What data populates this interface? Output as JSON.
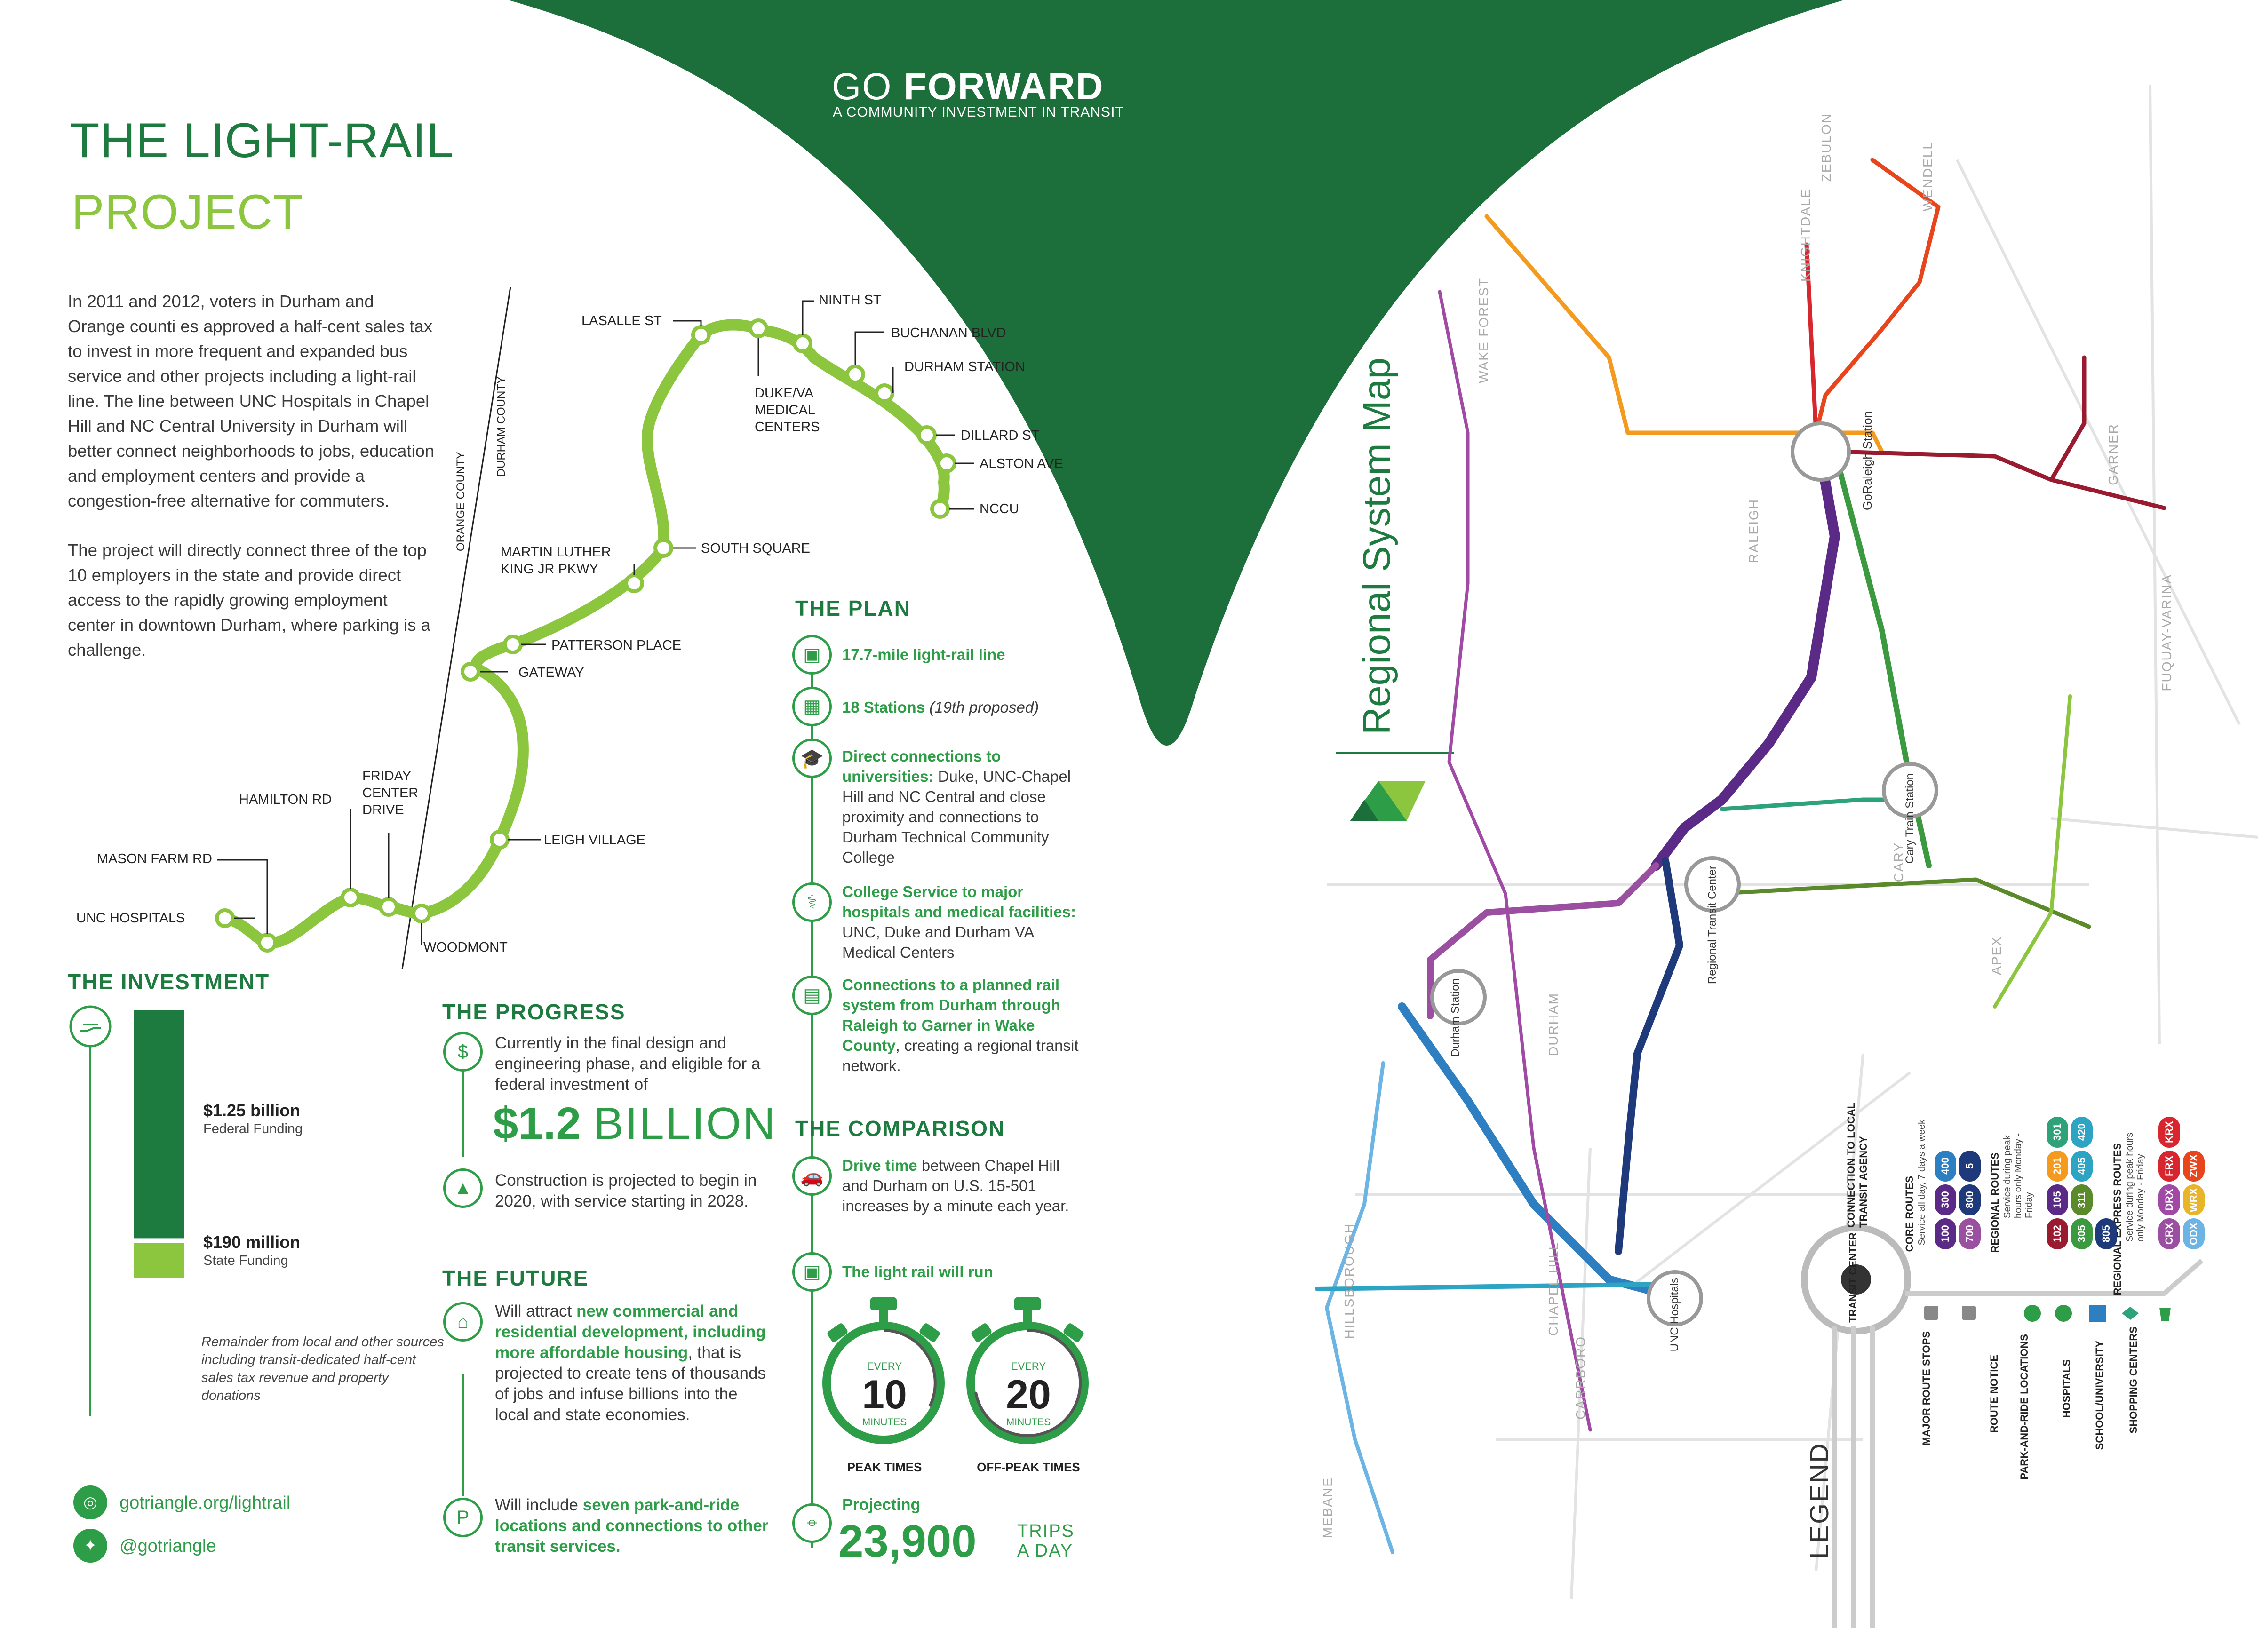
{
  "brand": {
    "title": "GO FORWARD",
    "title_light": "GO ",
    "title_bold": "FORWARD",
    "subtitle": "A COMMUNITY INVESTMENT IN TRANSIT"
  },
  "heading": {
    "line1": "THE LIGHT-RAIL",
    "line2": "PROJECT"
  },
  "intro": [
    "In 2011 and 2012, voters in Durham and Orange counti es approved a half-cent sales tax to invest in more frequent and expanded bus service and other projects including a light-rail line. The line between UNC Hospitals in Chapel Hill and NC Central University in Durham will better connect neighborhoods to jobs, education and employment centers and provide a congestion-free alternative for commuters.",
    "The project will directly connect three of the top 10 employers in the state and provide direct access to the rapidly growing employment center in downtown Durham, where parking is a challenge."
  ],
  "route_map": {
    "county_line_labels": [
      "ORANGE COUNTY",
      "DURHAM COUNTY"
    ],
    "stations": [
      "UNC HOSPITALS",
      "MASON FARM RD",
      "HAMILTON RD",
      "FRIDAY CENTER DRIVE",
      "WOODMONT",
      "LEIGH VILLAGE",
      "GATEWAY",
      "PATTERSON PLACE",
      "MARTIN LUTHER KING JR PKWY",
      "SOUTH SQUARE",
      "LASALLE ST",
      "DUKE/VA MEDICAL CENTERS",
      "NINTH ST",
      "BUCHANAN BLVD",
      "DURHAM STATION",
      "DILLARD ST",
      "ALSTON AVE",
      "NCCU"
    ]
  },
  "investment": {
    "heading": "THE INVESTMENT",
    "federal_amount": "$1.25 billion",
    "federal_label": "Federal Funding",
    "state_amount": "$190 million",
    "state_label": "State Funding",
    "federal_value_m": 1250,
    "state_value_m": 190,
    "remainder_note": "Remainder from local and other sources including transit-dedicated half-cent sales tax revenue and property donations"
  },
  "links": {
    "web": "gotriangle.org/lightrail",
    "twitter": "@gotriangle"
  },
  "progress": {
    "heading": "THE PROGRESS",
    "item1": "Currently in the final design and engineering phase, and eligible for a federal investment of",
    "big_amount": "$1.2",
    "big_word": "BILLION",
    "item2": "Construction is projected to begin in 2020, with service starting in 2028."
  },
  "future": {
    "heading": "THE FUTURE",
    "item1_pre": "Will attract ",
    "item1_bold": "new commercial and residential development, including more affordable housing",
    "item1_post": ", that is projected to create tens of thousands of jobs and infuse billions into the local and state economies.",
    "item2_pre": "Will include ",
    "item2_bold": "seven park-and-ride locations and connections to other transit services."
  },
  "plan": {
    "heading": "THE PLAN",
    "item1": "17.7-mile light-rail line",
    "item2_bold": "18 Stations",
    "item2_rest": " (19th proposed)",
    "item3_bold": "Direct connections to universities:",
    "item3_rest": " Duke, UNC-Chapel Hill and NC Central and close proximity and connections to Durham Technical Community College",
    "item4_bold": "College Service to major hospitals and medical facilities:",
    "item4_rest": " UNC, Duke and Durham VA Medical Centers",
    "item5_bold": "Connections to a planned rail system from Durham through Raleigh to Garner in Wake County",
    "item5_rest": ", creating a regional transit network."
  },
  "comparison": {
    "heading": "THE COMPARISON",
    "item1_bold": "Drive time",
    "item1_rest": " between Chapel Hill and Durham on U.S. 15-501 increases by a minute each year.",
    "item2": "The light rail will run",
    "peak": {
      "every": "EVERY",
      "minutes": "10",
      "unit": "MINUTES",
      "label": "PEAK TIMES"
    },
    "offpeak": {
      "every": "EVERY",
      "minutes": "20",
      "unit": "MINUTES",
      "label": "OFF-PEAK TIMES"
    },
    "projecting": "Projecting",
    "trips": "23,900",
    "trips_unit1": "TRIPS",
    "trips_unit2": "A DAY"
  },
  "system_map": {
    "title": "Regional System Map",
    "cities": [
      "WAKE FOREST",
      "ZEBULON",
      "KNIGHTDALE",
      "WENDELL",
      "RALEIGH",
      "GARNER",
      "FUQUAY-VARINA",
      "CARY",
      "APEX",
      "DURHAM",
      "CHAPEL HILL",
      "CARRBORO",
      "HILLSBOROUGH",
      "MEBANE"
    ],
    "hubs": [
      "GoRaleigh Station",
      "Cary Train Station",
      "Regional Transit Center",
      "Durham Station",
      "UNC Hospitals"
    ],
    "colors": {
      "purple": "#5b2a86",
      "violet": "#9b4fa0",
      "navy": "#1f3a7a",
      "blue": "#2d7fc1",
      "lightblue": "#6cb4e4",
      "teal": "#2ea37a",
      "green": "#3b9a3f",
      "orange": "#f39a1f",
      "red": "#d7262d",
      "darkred": "#9a1b2f",
      "olive": "#5a8a2a",
      "gold": "#e8b52a"
    }
  },
  "legend": {
    "title": "LEGEND",
    "transit_center": "TRANSIT CENTER",
    "connection": "CONNECTION TO LOCAL TRANSIT AGENCY",
    "major_stops": "MAJOR ROUTE STOPS",
    "route_notice": "ROUTE NOTICE",
    "park_ride": "PARK-AND-RIDE LOCATIONS",
    "hospitals": "HOSPITALS",
    "school": "SCHOOL/UNIVERSITY",
    "shopping": "SHOPPING CENTERS",
    "core_title": "CORE ROUTES",
    "core_sub": "Service all day, 7 days a week",
    "core_routes": [
      "100",
      "300",
      "400",
      "700",
      "800",
      "5"
    ],
    "regional_title": "REGIONAL ROUTES",
    "regional_sub": "Service during peak hours only Monday - Friday",
    "regional_routes": [
      "102",
      "105",
      "201",
      "301",
      "305",
      "311",
      "405",
      "420",
      "805"
    ],
    "express_title": "REGIONAL EXPRESS ROUTES",
    "express_sub": "Service during peak hours only Monday - Friday",
    "express_routes": [
      "CRX",
      "DRX",
      "FRX",
      "KRX",
      "ODX",
      "WRX",
      "ZWX"
    ]
  }
}
